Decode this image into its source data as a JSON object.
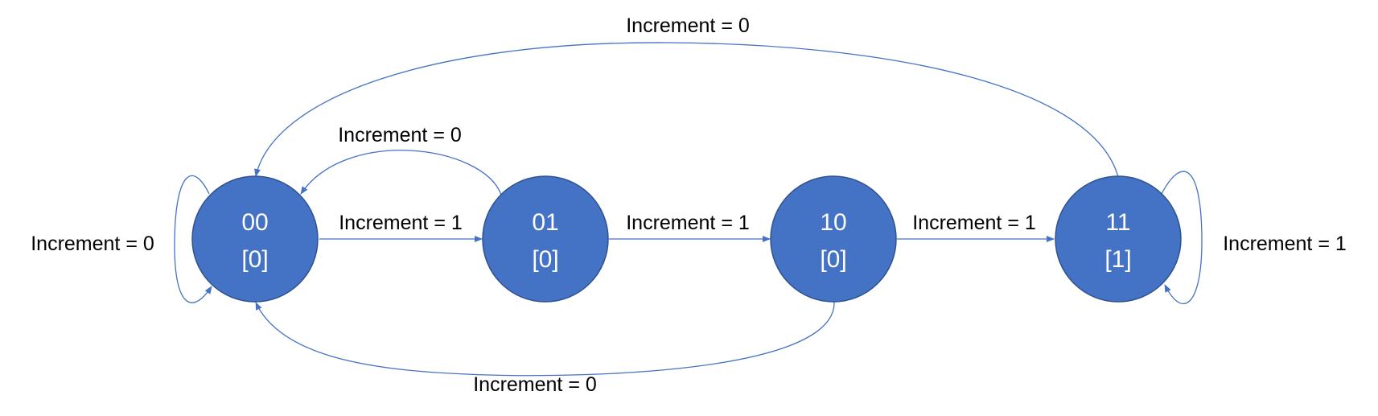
{
  "colors": {
    "state_fill": "#4472C4",
    "state_stroke": "#2F528F",
    "edge": "#4472C4",
    "state_text": "#ffffff",
    "label_text": "#000000"
  },
  "states": [
    {
      "id": "s00",
      "name": "00",
      "output": "[0]"
    },
    {
      "id": "s01",
      "name": "01",
      "output": "[0]"
    },
    {
      "id": "s10",
      "name": "10",
      "output": "[0]"
    },
    {
      "id": "s11",
      "name": "11",
      "output": "[1]"
    }
  ],
  "transitions": [
    {
      "id": "t00-00",
      "from": "00",
      "to": "00",
      "label": "Increment = 0"
    },
    {
      "id": "t00-01",
      "from": "00",
      "to": "01",
      "label": "Increment = 1"
    },
    {
      "id": "t01-00",
      "from": "01",
      "to": "00",
      "label": "Increment = 0"
    },
    {
      "id": "t01-10",
      "from": "01",
      "to": "10",
      "label": "Increment = 1"
    },
    {
      "id": "t10-00",
      "from": "10",
      "to": "00",
      "label": "Increment = 0"
    },
    {
      "id": "t10-11",
      "from": "10",
      "to": "11",
      "label": "Increment = 1"
    },
    {
      "id": "t11-00",
      "from": "11",
      "to": "00",
      "label": "Increment = 0"
    },
    {
      "id": "t11-11",
      "from": "11",
      "to": "11",
      "label": "Increment = 1"
    }
  ]
}
